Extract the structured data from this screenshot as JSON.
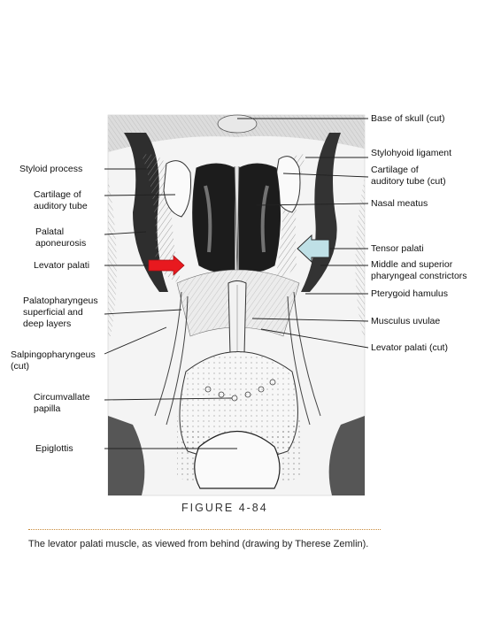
{
  "labels_left": {
    "styloid_process": "Styloid process",
    "cartilage_auditory_tube_1": "Cartilage of",
    "cartilage_auditory_tube_2": "auditory tube",
    "palatal_aponeurosis_1": "Palatal",
    "palatal_aponeurosis_2": "aponeurosis",
    "levator_palati": "Levator palati",
    "palatopharyngeus_1": "Palatopharyngeus",
    "palatopharyngeus_2": "superficial and",
    "palatopharyngeus_3": "deep layers",
    "salpingopharyngeus_1": "Salpingopharyngeus",
    "salpingopharyngeus_2": "(cut)",
    "circumvallate_1": "Circumvallate",
    "circumvallate_2": "papilla",
    "epiglottis": "Epiglottis"
  },
  "labels_right": {
    "base_of_skull": "Base of skull (cut)",
    "stylohyoid_ligament": "Stylohyoid ligament",
    "cartilage_auditory_tube_cut_1": "Cartilage of",
    "cartilage_auditory_tube_cut_2": "auditory tube (cut)",
    "nasal_meatus": "Nasal meatus",
    "tensor_palati": "Tensor palati",
    "middle_superior_1": "Middle and superior",
    "middle_superior_2": "pharyngeal constrictors",
    "pterygoid_hamulus": "Pterygoid hamulus",
    "musculus_uvulae": "Musculus uvulae",
    "levator_palati_cut": "Levator palati (cut)"
  },
  "figure_number": "FIGURE 4-84",
  "caption": "The levator palati muscle, as viewed from behind (drawing by Therese Zemlin).",
  "colors": {
    "red_arrow": "#e8191f",
    "blue_arrow": "#bfe0e6",
    "ink": "#2a2a2a",
    "caption_rule": "#c98a3a"
  }
}
